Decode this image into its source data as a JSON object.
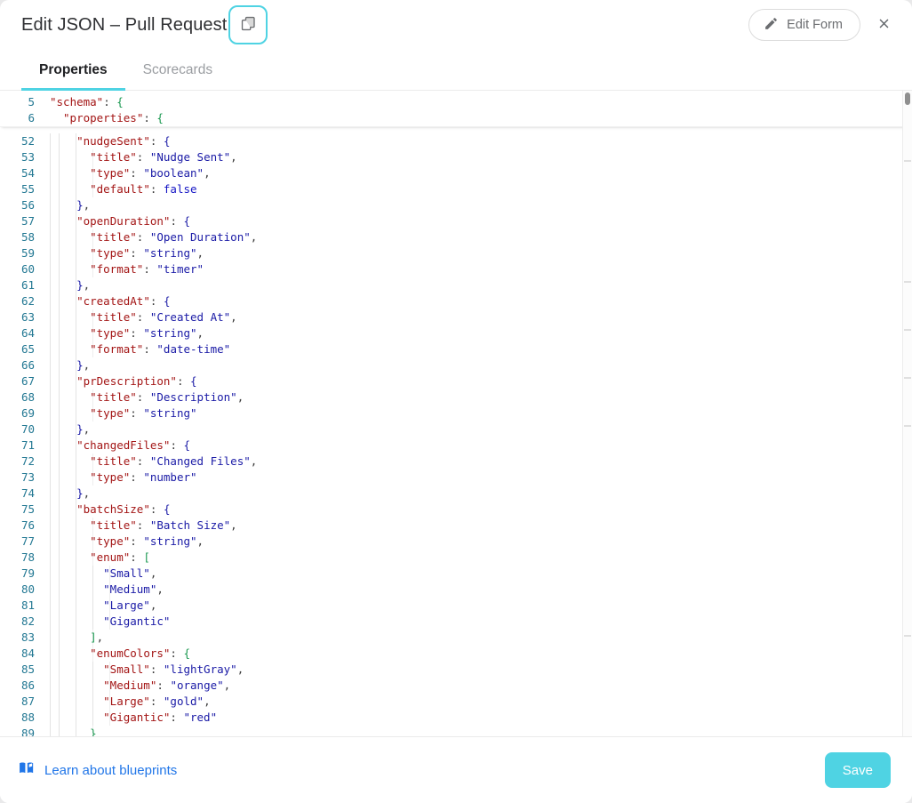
{
  "header": {
    "title": "Edit JSON – Pull Request",
    "copy_icon": "copy-icon",
    "edit_form_label": "Edit Form",
    "edit_icon": "pencil-icon",
    "close_icon": "close-icon"
  },
  "tabs": [
    {
      "label": "Properties",
      "active": true
    },
    {
      "label": "Scorecards",
      "active": false
    }
  ],
  "editor": {
    "sticky_lines": [
      {
        "num": "5",
        "indent": 0,
        "guides": 0,
        "tokens": [
          {
            "t": "\"schema\"",
            "c": "k"
          },
          {
            "t": ": ",
            "c": "p"
          },
          {
            "t": "{",
            "c": "brG"
          }
        ]
      },
      {
        "num": "6",
        "indent": 1,
        "guides": 0,
        "tokens": [
          {
            "t": "\"properties\"",
            "c": "k"
          },
          {
            "t": ": ",
            "c": "p"
          },
          {
            "t": "{",
            "c": "brG"
          }
        ]
      }
    ],
    "lines": [
      {
        "num": "52",
        "indent": 2,
        "guides": 3,
        "tokens": [
          {
            "t": "\"nudgeSent\"",
            "c": "k"
          },
          {
            "t": ": ",
            "c": "p"
          },
          {
            "t": "{",
            "c": "brB"
          }
        ]
      },
      {
        "num": "53",
        "indent": 3,
        "guides": 4,
        "tokens": [
          {
            "t": "\"title\"",
            "c": "k"
          },
          {
            "t": ": ",
            "c": "p"
          },
          {
            "t": "\"Nudge Sent\"",
            "c": "s"
          },
          {
            "t": ",",
            "c": "p"
          }
        ]
      },
      {
        "num": "54",
        "indent": 3,
        "guides": 4,
        "tokens": [
          {
            "t": "\"type\"",
            "c": "k"
          },
          {
            "t": ": ",
            "c": "p"
          },
          {
            "t": "\"boolean\"",
            "c": "s"
          },
          {
            "t": ",",
            "c": "p"
          }
        ]
      },
      {
        "num": "55",
        "indent": 3,
        "guides": 4,
        "tokens": [
          {
            "t": "\"default\"",
            "c": "k"
          },
          {
            "t": ": ",
            "c": "p"
          },
          {
            "t": "false",
            "c": "b"
          }
        ]
      },
      {
        "num": "56",
        "indent": 2,
        "guides": 3,
        "tokens": [
          {
            "t": "}",
            "c": "brB"
          },
          {
            "t": ",",
            "c": "p"
          }
        ]
      },
      {
        "num": "57",
        "indent": 2,
        "guides": 3,
        "tokens": [
          {
            "t": "\"openDuration\"",
            "c": "k"
          },
          {
            "t": ": ",
            "c": "p"
          },
          {
            "t": "{",
            "c": "brB"
          }
        ]
      },
      {
        "num": "58",
        "indent": 3,
        "guides": 4,
        "tokens": [
          {
            "t": "\"title\"",
            "c": "k"
          },
          {
            "t": ": ",
            "c": "p"
          },
          {
            "t": "\"Open Duration\"",
            "c": "s"
          },
          {
            "t": ",",
            "c": "p"
          }
        ]
      },
      {
        "num": "59",
        "indent": 3,
        "guides": 4,
        "tokens": [
          {
            "t": "\"type\"",
            "c": "k"
          },
          {
            "t": ": ",
            "c": "p"
          },
          {
            "t": "\"string\"",
            "c": "s"
          },
          {
            "t": ",",
            "c": "p"
          }
        ]
      },
      {
        "num": "60",
        "indent": 3,
        "guides": 4,
        "tokens": [
          {
            "t": "\"format\"",
            "c": "k"
          },
          {
            "t": ": ",
            "c": "p"
          },
          {
            "t": "\"timer\"",
            "c": "s"
          }
        ]
      },
      {
        "num": "61",
        "indent": 2,
        "guides": 3,
        "tokens": [
          {
            "t": "}",
            "c": "brB"
          },
          {
            "t": ",",
            "c": "p"
          }
        ]
      },
      {
        "num": "62",
        "indent": 2,
        "guides": 3,
        "tokens": [
          {
            "t": "\"createdAt\"",
            "c": "k"
          },
          {
            "t": ": ",
            "c": "p"
          },
          {
            "t": "{",
            "c": "brB"
          }
        ]
      },
      {
        "num": "63",
        "indent": 3,
        "guides": 4,
        "tokens": [
          {
            "t": "\"title\"",
            "c": "k"
          },
          {
            "t": ": ",
            "c": "p"
          },
          {
            "t": "\"Created At\"",
            "c": "s"
          },
          {
            "t": ",",
            "c": "p"
          }
        ]
      },
      {
        "num": "64",
        "indent": 3,
        "guides": 4,
        "tokens": [
          {
            "t": "\"type\"",
            "c": "k"
          },
          {
            "t": ": ",
            "c": "p"
          },
          {
            "t": "\"string\"",
            "c": "s"
          },
          {
            "t": ",",
            "c": "p"
          }
        ]
      },
      {
        "num": "65",
        "indent": 3,
        "guides": 4,
        "tokens": [
          {
            "t": "\"format\"",
            "c": "k"
          },
          {
            "t": ": ",
            "c": "p"
          },
          {
            "t": "\"date-time\"",
            "c": "s"
          }
        ]
      },
      {
        "num": "66",
        "indent": 2,
        "guides": 3,
        "tokens": [
          {
            "t": "}",
            "c": "brB"
          },
          {
            "t": ",",
            "c": "p"
          }
        ]
      },
      {
        "num": "67",
        "indent": 2,
        "guides": 3,
        "tokens": [
          {
            "t": "\"prDescription\"",
            "c": "k"
          },
          {
            "t": ": ",
            "c": "p"
          },
          {
            "t": "{",
            "c": "brB"
          }
        ]
      },
      {
        "num": "68",
        "indent": 3,
        "guides": 4,
        "tokens": [
          {
            "t": "\"title\"",
            "c": "k"
          },
          {
            "t": ": ",
            "c": "p"
          },
          {
            "t": "\"Description\"",
            "c": "s"
          },
          {
            "t": ",",
            "c": "p"
          }
        ]
      },
      {
        "num": "69",
        "indent": 3,
        "guides": 4,
        "tokens": [
          {
            "t": "\"type\"",
            "c": "k"
          },
          {
            "t": ": ",
            "c": "p"
          },
          {
            "t": "\"string\"",
            "c": "s"
          }
        ]
      },
      {
        "num": "70",
        "indent": 2,
        "guides": 3,
        "tokens": [
          {
            "t": "}",
            "c": "brB"
          },
          {
            "t": ",",
            "c": "p"
          }
        ]
      },
      {
        "num": "71",
        "indent": 2,
        "guides": 3,
        "tokens": [
          {
            "t": "\"changedFiles\"",
            "c": "k"
          },
          {
            "t": ": ",
            "c": "p"
          },
          {
            "t": "{",
            "c": "brB"
          }
        ]
      },
      {
        "num": "72",
        "indent": 3,
        "guides": 4,
        "tokens": [
          {
            "t": "\"title\"",
            "c": "k"
          },
          {
            "t": ": ",
            "c": "p"
          },
          {
            "t": "\"Changed Files\"",
            "c": "s"
          },
          {
            "t": ",",
            "c": "p"
          }
        ]
      },
      {
        "num": "73",
        "indent": 3,
        "guides": 4,
        "tokens": [
          {
            "t": "\"type\"",
            "c": "k"
          },
          {
            "t": ": ",
            "c": "p"
          },
          {
            "t": "\"number\"",
            "c": "s"
          }
        ]
      },
      {
        "num": "74",
        "indent": 2,
        "guides": 3,
        "tokens": [
          {
            "t": "}",
            "c": "brB"
          },
          {
            "t": ",",
            "c": "p"
          }
        ]
      },
      {
        "num": "75",
        "indent": 2,
        "guides": 3,
        "tokens": [
          {
            "t": "\"batchSize\"",
            "c": "k"
          },
          {
            "t": ": ",
            "c": "p"
          },
          {
            "t": "{",
            "c": "brB"
          }
        ]
      },
      {
        "num": "76",
        "indent": 3,
        "guides": 4,
        "tokens": [
          {
            "t": "\"title\"",
            "c": "k"
          },
          {
            "t": ": ",
            "c": "p"
          },
          {
            "t": "\"Batch Size\"",
            "c": "s"
          },
          {
            "t": ",",
            "c": "p"
          }
        ]
      },
      {
        "num": "77",
        "indent": 3,
        "guides": 4,
        "tokens": [
          {
            "t": "\"type\"",
            "c": "k"
          },
          {
            "t": ": ",
            "c": "p"
          },
          {
            "t": "\"string\"",
            "c": "s"
          },
          {
            "t": ",",
            "c": "p"
          }
        ]
      },
      {
        "num": "78",
        "indent": 3,
        "guides": 4,
        "tokens": [
          {
            "t": "\"enum\"",
            "c": "k"
          },
          {
            "t": ": ",
            "c": "p"
          },
          {
            "t": "[",
            "c": "brG"
          }
        ]
      },
      {
        "num": "79",
        "indent": 4,
        "guides": 5,
        "tokens": [
          {
            "t": "\"Small\"",
            "c": "s"
          },
          {
            "t": ",",
            "c": "p"
          }
        ]
      },
      {
        "num": "80",
        "indent": 4,
        "guides": 5,
        "tokens": [
          {
            "t": "\"Medium\"",
            "c": "s"
          },
          {
            "t": ",",
            "c": "p"
          }
        ]
      },
      {
        "num": "81",
        "indent": 4,
        "guides": 5,
        "tokens": [
          {
            "t": "\"Large\"",
            "c": "s"
          },
          {
            "t": ",",
            "c": "p"
          }
        ]
      },
      {
        "num": "82",
        "indent": 4,
        "guides": 5,
        "tokens": [
          {
            "t": "\"Gigantic\"",
            "c": "s"
          }
        ]
      },
      {
        "num": "83",
        "indent": 3,
        "guides": 4,
        "tokens": [
          {
            "t": "]",
            "c": "brG"
          },
          {
            "t": ",",
            "c": "p"
          }
        ]
      },
      {
        "num": "84",
        "indent": 3,
        "guides": 4,
        "tokens": [
          {
            "t": "\"enumColors\"",
            "c": "k"
          },
          {
            "t": ": ",
            "c": "p"
          },
          {
            "t": "{",
            "c": "brG"
          }
        ]
      },
      {
        "num": "85",
        "indent": 4,
        "guides": 5,
        "tokens": [
          {
            "t": "\"Small\"",
            "c": "k"
          },
          {
            "t": ": ",
            "c": "p"
          },
          {
            "t": "\"lightGray\"",
            "c": "s"
          },
          {
            "t": ",",
            "c": "p"
          }
        ]
      },
      {
        "num": "86",
        "indent": 4,
        "guides": 5,
        "tokens": [
          {
            "t": "\"Medium\"",
            "c": "k"
          },
          {
            "t": ": ",
            "c": "p"
          },
          {
            "t": "\"orange\"",
            "c": "s"
          },
          {
            "t": ",",
            "c": "p"
          }
        ]
      },
      {
        "num": "87",
        "indent": 4,
        "guides": 5,
        "tokens": [
          {
            "t": "\"Large\"",
            "c": "k"
          },
          {
            "t": ": ",
            "c": "p"
          },
          {
            "t": "\"gold\"",
            "c": "s"
          },
          {
            "t": ",",
            "c": "p"
          }
        ]
      },
      {
        "num": "88",
        "indent": 4,
        "guides": 5,
        "tokens": [
          {
            "t": "\"Gigantic\"",
            "c": "k"
          },
          {
            "t": ": ",
            "c": "p"
          },
          {
            "t": "\"red\"",
            "c": "s"
          }
        ]
      },
      {
        "num": "89",
        "indent": 3,
        "guides": 4,
        "tokens": [
          {
            "t": "}",
            "c": "brG"
          }
        ]
      }
    ]
  },
  "footer": {
    "learn_label": "Learn about blueprints",
    "learn_icon": "book-icon",
    "save_label": "Save"
  },
  "colors": {
    "accent": "#4fd3e3",
    "link": "#2176e8",
    "key": "#a31515",
    "string": "#1a1aa6",
    "bracket_green": "#1a9850",
    "line_number": "#237893"
  }
}
